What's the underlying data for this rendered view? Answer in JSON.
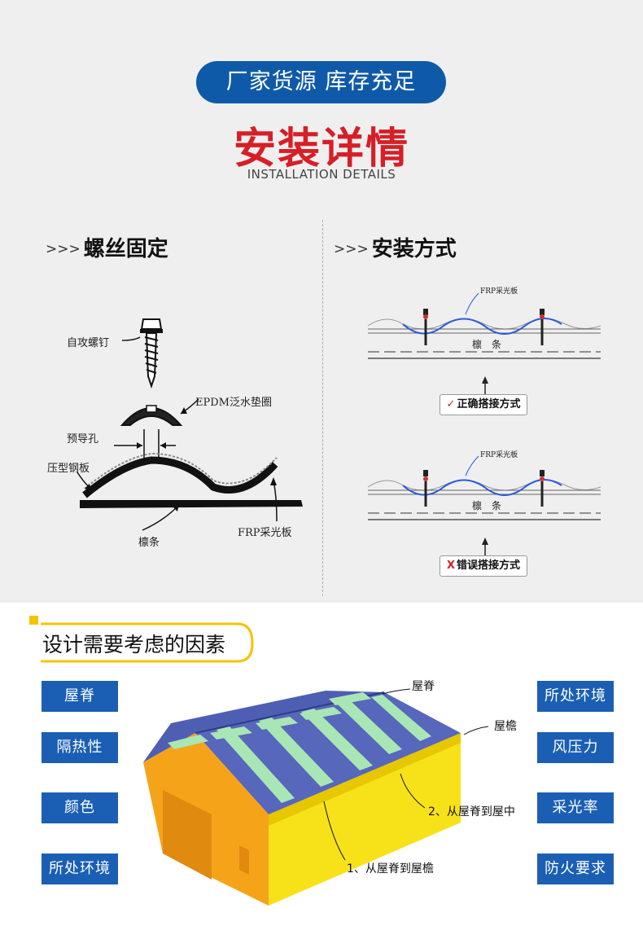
{
  "header": {
    "pill": "厂家货源 库存充足",
    "title_cn": "安装详情",
    "title_en": "INSTALLATION DETAILS"
  },
  "sections": {
    "left": {
      "arrows": ">>>",
      "title": "螺丝固定"
    },
    "right": {
      "arrows": ">>>",
      "title": "安装方式"
    }
  },
  "screw_diagram": {
    "self_tapping_screw": "自攻螺钉",
    "epdm_washer": "EPDM泛水垫圈",
    "pilot_hole": "预导孔",
    "steel_sheet": "压型钢板",
    "frp_panel": "FRP采光板",
    "purlin": "檩条"
  },
  "install_diagram": {
    "frp_label_top": "FRP采光板",
    "frp_label_bottom": "FRP采光板",
    "purlin_top": "檩　条",
    "purlin_bottom": "檩　条",
    "correct": {
      "mark": "✓",
      "label": "正确搭接方式"
    },
    "wrong": {
      "mark": "X",
      "label": "错误搭接方式"
    }
  },
  "factors": {
    "title": "设计需要考虑的因素",
    "left": [
      "屋脊",
      "隔热性",
      "颜色",
      "所处环境"
    ],
    "right": [
      "所处环境",
      "风压力",
      "采光率",
      "防火要求"
    ]
  },
  "building": {
    "ridge": "屋脊",
    "eave": "屋檐",
    "ridge_to_eave": "1、从屋脊到屋檐",
    "ridge_to_middle": "2、从屋脊到屋中"
  },
  "colors": {
    "accent_blue": "#0f5aa8",
    "title_red": "#d61f26",
    "button_blue": "#1a5fb4",
    "roof_blue": "#5767bb",
    "skylight_green": "#a8e6b6",
    "wall_yellow": "#f7e21a",
    "wall_orange": "#f5a41a"
  }
}
